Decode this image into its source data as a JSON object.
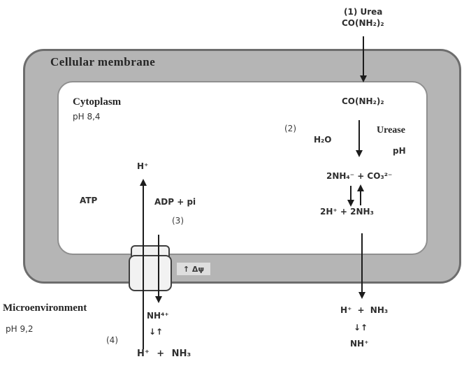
{
  "colors": {
    "membrane_fill": "#b5b5b5",
    "membrane_border": "#6d6d6d",
    "cytoplasm_fill": "#ffffff",
    "cytoplasm_border": "#8f8f8f",
    "arrow": "#1c1c1c",
    "psi_box_bg": "#dedede",
    "text": "#2a2a2a"
  },
  "exterior_top": {
    "step_label": "(1) Urea",
    "substrate_formula": "CO(NH₂)₂"
  },
  "membrane": {
    "label": "Cellular membrane",
    "potential_label": "↑ Δψ"
  },
  "cytoplasm": {
    "label": "Cytoplasm",
    "ph": "pH 8,4",
    "urea_formula": "CO(NH₂)₂",
    "step2_label": "(2)",
    "water_formula": "H₂O",
    "enzyme_label": "Urease",
    "enzyme_ph": "pH",
    "hydrolysis_products": "2NH₄⁻ + CO₃²⁻",
    "dissociation_products": "2H⁺ + 2NH₃",
    "atp_label": "ATP",
    "adp_label": "ADP + pi",
    "step3_label": "(3)",
    "proton_label": "H⁺"
  },
  "microenvironment": {
    "label": "Microenvironment",
    "ph": "pH 9,2",
    "step4_label": "(4)",
    "ammonium_formula": "NH⁴⁺",
    "exchange_arrows": "↓↑",
    "acid_base_formula": "H⁺ + NH₃"
  },
  "exterior_right": {
    "products_formula": "H⁺ + NH₃",
    "exchange_arrows": "↓↑",
    "ammonium_formula": "NH⁺"
  }
}
